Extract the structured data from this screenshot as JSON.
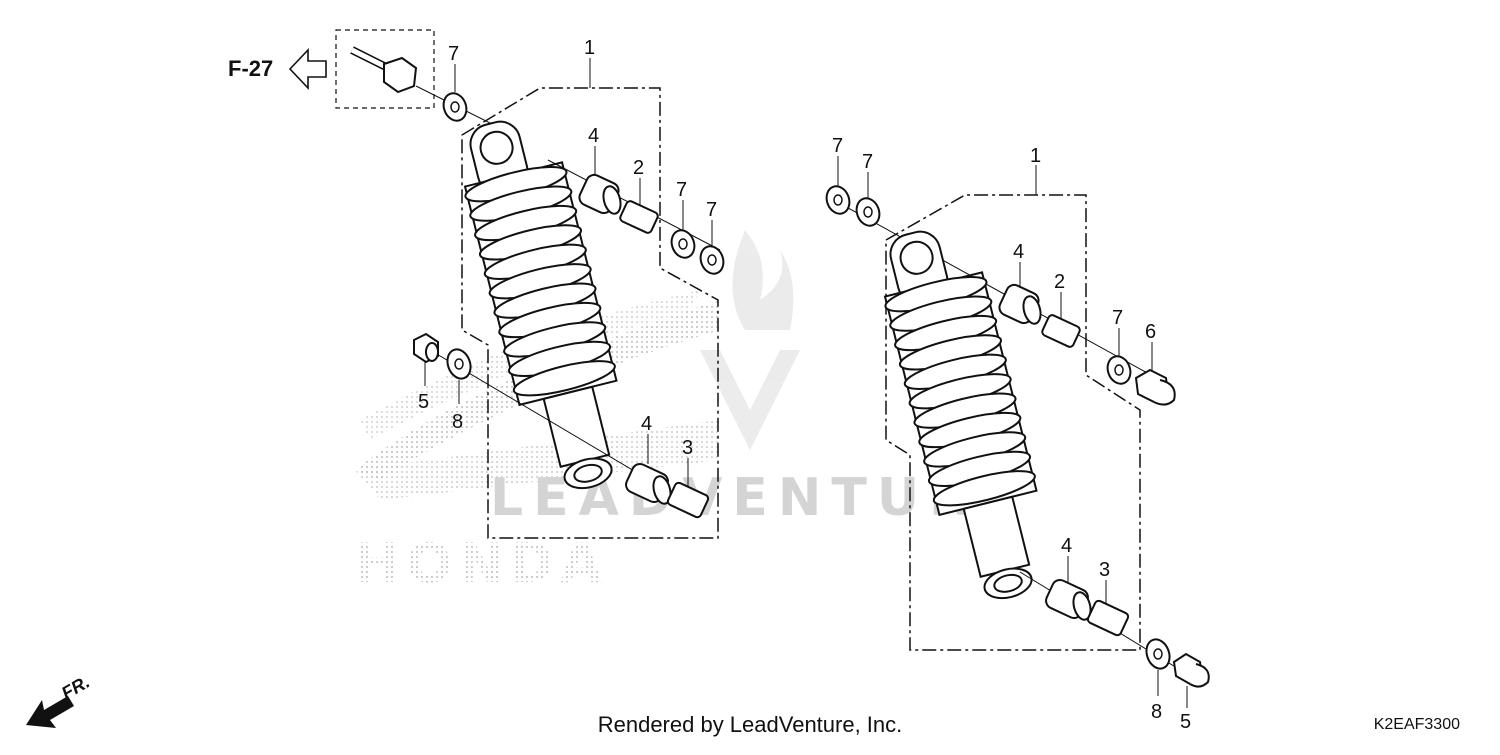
{
  "diagram": {
    "reference_label": "F-27",
    "front_label": "FR.",
    "watermark_brand": "HONDA",
    "watermark_dealer": "LEADVENTURE",
    "footer_text": "Rendered by LeadVenture, Inc.",
    "diagram_code": "K2EAF3300",
    "colors": {
      "line": "#111111",
      "watermark": "#c8c8c8"
    }
  },
  "left_assembly": {
    "callouts": {
      "bolt_washer": "7",
      "assembly": "1",
      "upper_bushing": "4",
      "upper_collar": "2",
      "upper_washer_a": "7",
      "upper_washer_b": "7",
      "lower_nut": "5",
      "lower_washer": "8",
      "lower_bushing": "4",
      "lower_collar": "3"
    }
  },
  "right_assembly": {
    "callouts": {
      "upper_washer_a": "7",
      "upper_washer_b": "7",
      "assembly": "1",
      "upper_bushing": "4",
      "upper_collar": "2",
      "upper_washer_c": "7",
      "cap_nut": "6",
      "lower_bushing": "4",
      "lower_collar": "3",
      "lower_washer": "8",
      "lower_nut": "5"
    }
  }
}
